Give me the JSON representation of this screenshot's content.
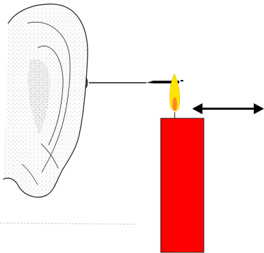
{
  "figure": {
    "elements": [
      {
        "name": "ear",
        "kind": "illustration"
      },
      {
        "name": "ear-candle-tube",
        "kind": "rod inserted into ear canal"
      },
      {
        "name": "candle",
        "kind": "candle",
        "color": "#ff0000"
      },
      {
        "name": "flame",
        "kind": "flame",
        "color": "#ffe600",
        "core_color": "#ff8a1f"
      },
      {
        "name": "horizontal-double-arrow-icon",
        "kind": "arrow",
        "direction": "left-right"
      }
    ],
    "colors": {
      "candle": "#ff0000",
      "flame_outer": "#ffe600",
      "flame_inner": "#ff8a1f",
      "ink": "#000000"
    }
  }
}
